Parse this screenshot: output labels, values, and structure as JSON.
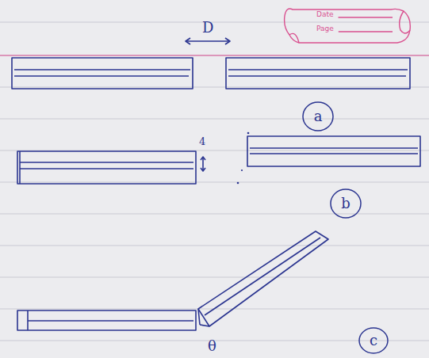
{
  "diagram": {
    "nodes": [
      {
        "text": [
          "Date",
          "Page"
        ]
      },
      {
        "text": [
          "a"
        ]
      },
      {
        "text": [
          "b"
        ]
      },
      {
        "text": [
          "c"
        ]
      }
    ],
    "labels": [
      "D",
      "4",
      "θ"
    ]
  }
}
